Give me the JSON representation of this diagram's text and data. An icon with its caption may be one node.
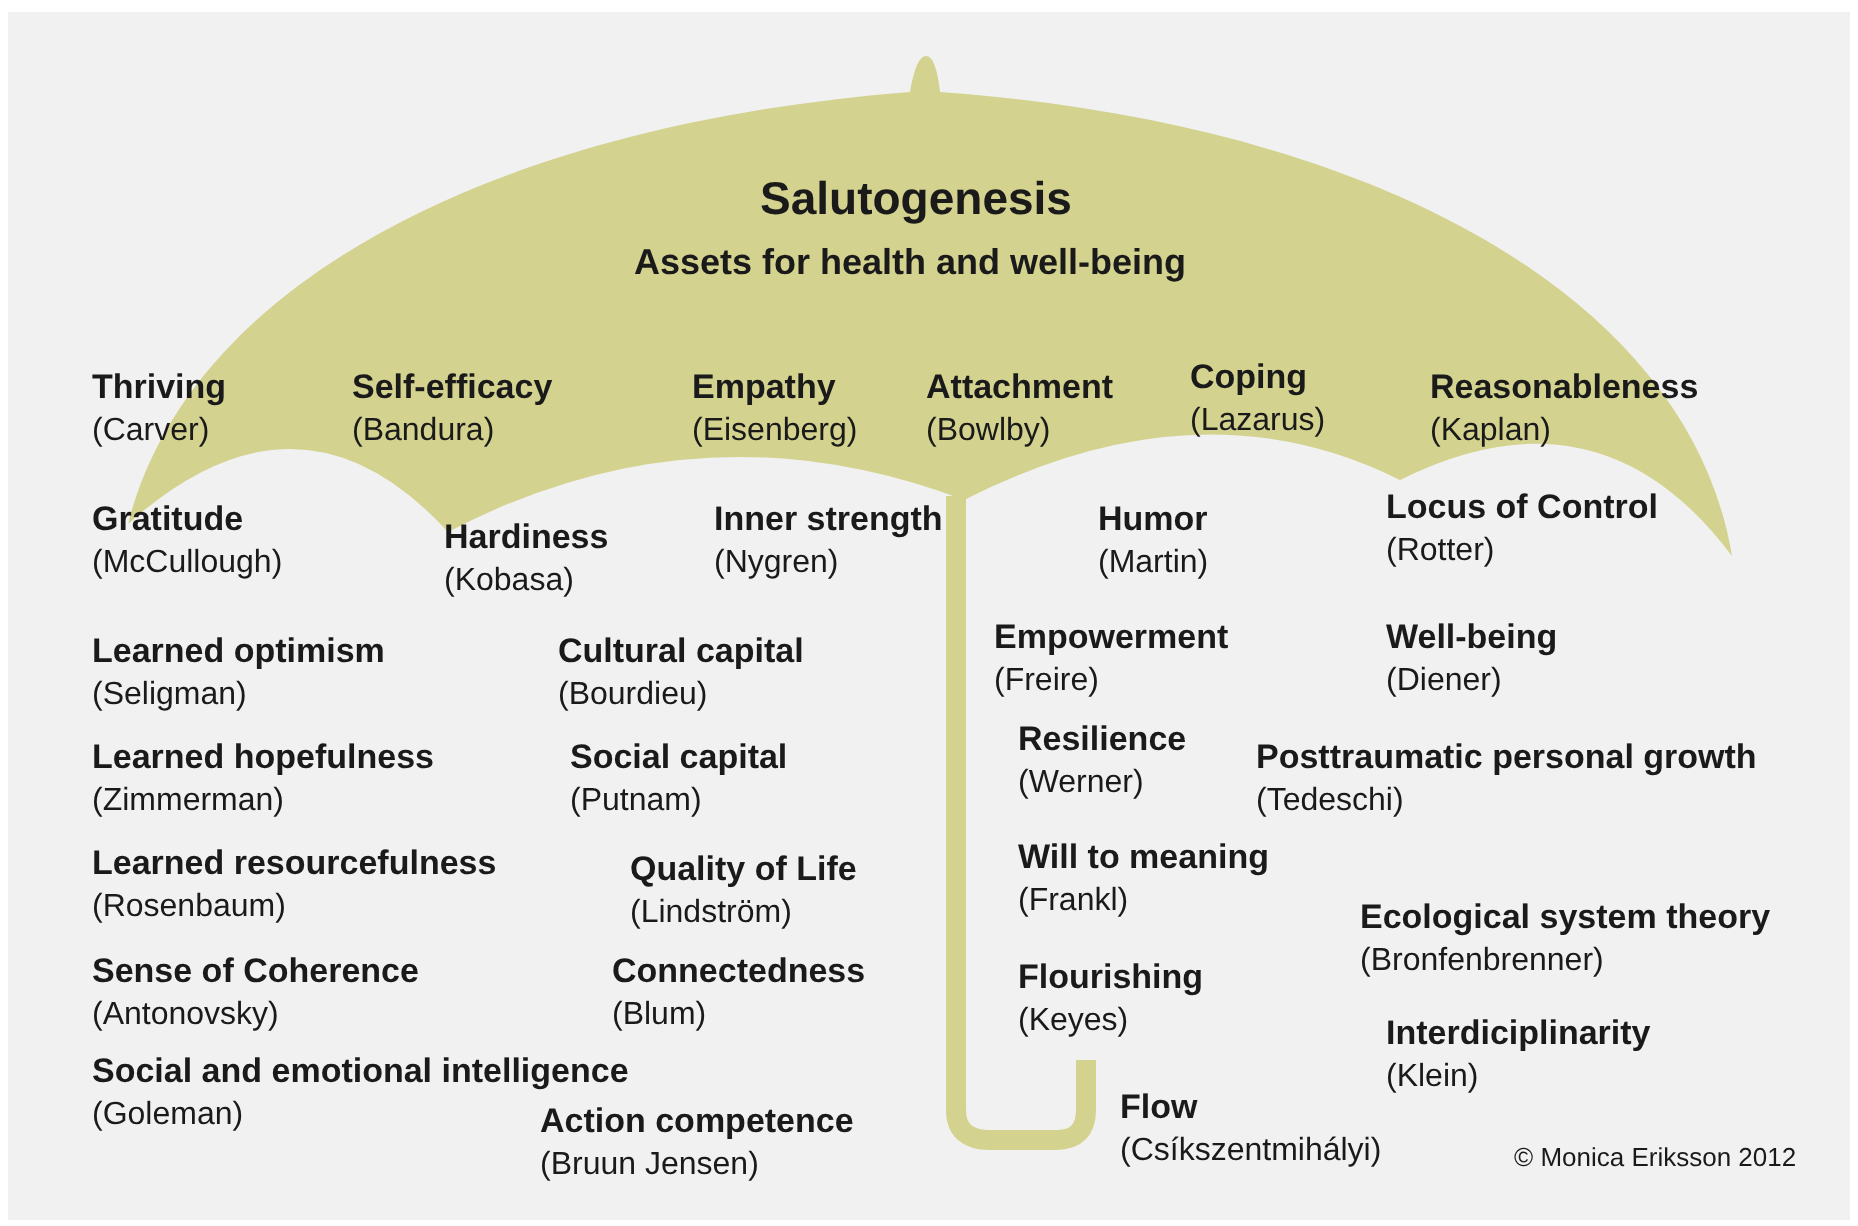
{
  "diagram": {
    "title": "Salutogenesis",
    "labels": [
      "Assets for health and well-being",
      "Thriving",
      "(Carver)",
      "Self-efficacy",
      "(Bandura)",
      "Empathy",
      "(Eisenberg)",
      "Attachment",
      "(Bowlby)",
      "Coping",
      "(Lazarus)",
      "Reasonableness",
      "(Kaplan)",
      "Gratitude",
      "(McCullough)",
      "Hardiness",
      "(Kobasa)",
      "Inner strength",
      "(Nygren)",
      "Humor",
      "(Martin)",
      "Locus of Control",
      "(Rotter)",
      "Learned optimism",
      "(Seligman)",
      "Cultural capital",
      "(Bourdieu)",
      "Empowerment",
      "(Freire)",
      "Well-being",
      "(Diener)",
      "Learned hopefulness",
      "(Zimmerman)",
      "Social capital",
      "(Putnam)",
      "Resilience",
      "(Werner)",
      "Posttraumatic personal growth",
      "(Tedeschi)",
      "Learned resourcefulness",
      "(Rosenbaum)",
      "Quality of Life",
      "(Lindström)",
      "Will to meaning",
      "(Frankl)",
      "Ecological system theory",
      "(Bronfenbrenner)",
      "Sense of Coherence",
      "(Antonovsky)",
      "Connectedness",
      "(Blum)",
      "Flourishing",
      "(Keyes)",
      "Interdiciplinarity",
      "(Klein)",
      "Social and emotional intelligence",
      "(Goleman)",
      "Action competence",
      "(Bruun Jensen)",
      "Flow",
      "(Csíkszentmihályi)",
      "© Monica Eriksson 2012"
    ]
  }
}
